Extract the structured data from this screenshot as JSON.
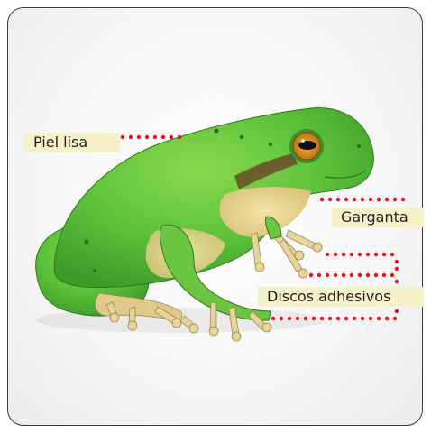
{
  "labels": {
    "smooth_skin": "Piel lisa",
    "throat": "Garganta",
    "adhesive_discs": "Discos adhesivos"
  },
  "colors": {
    "label_background": "#f6f1c9",
    "leader_dots": "#e0161e",
    "frog_green": "#5cc23a",
    "frog_belly": "#ecd99a",
    "eye_iris": "#d98c1a"
  },
  "subject": "frog"
}
